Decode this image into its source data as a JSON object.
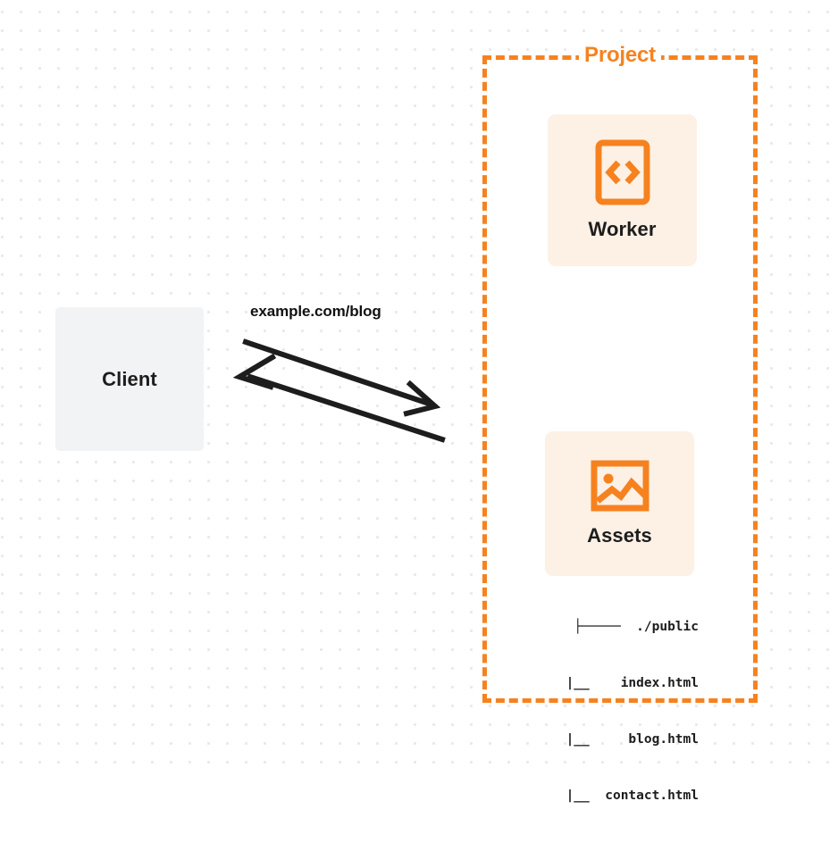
{
  "diagram": {
    "title": "Worker with static assets request flow",
    "colors": {
      "accent_orange": "#f6821f",
      "card_background": "#fdf1e6",
      "client_background": "#f2f3f4",
      "text": "#1d1d1d",
      "canvas": "#ffffff",
      "dot_grid": "#e9e9e9"
    }
  },
  "client": {
    "label": "Client"
  },
  "connection": {
    "request_label": "example.com/blog",
    "request_direction": "client-to-project",
    "response_direction": "project-to-client"
  },
  "project": {
    "title": "Project",
    "nodes": [
      {
        "id": "worker",
        "label": "Worker",
        "icon": "code-brackets-icon"
      },
      {
        "id": "assets",
        "label": "Assets",
        "icon": "image-icon"
      }
    ]
  },
  "file_tree": {
    "lines": [
      "├─────  ./public",
      "   |__    index.html",
      "   |__     blog.html",
      "   |__  contact.html"
    ]
  }
}
